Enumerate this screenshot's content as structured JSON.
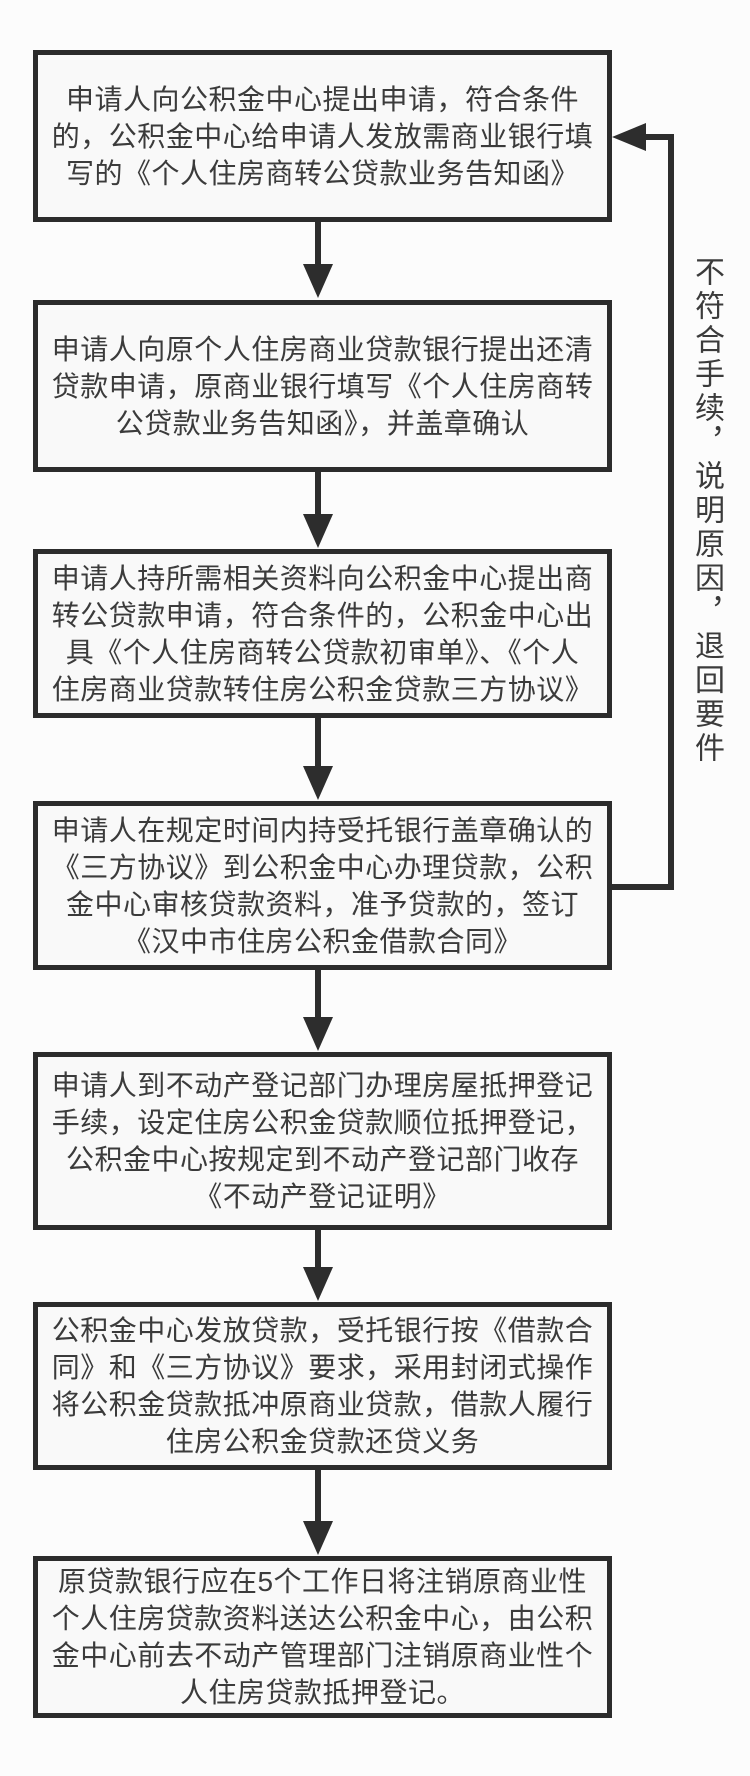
{
  "colors": {
    "line": "#2d2d2d",
    "box_border": "#2c2c2c",
    "box_fill": "#f9f9f9",
    "text": "#3b3b3b",
    "background": "#fcfcfc"
  },
  "steps": [
    {
      "lines": [
        "申请人向公积金中心提出申请，符合条件",
        "的，公积金中心给申请人发放需商业银行填",
        "写的《个人住房商转公贷款业务告知函》"
      ]
    },
    {
      "lines": [
        "申请人向原个人住房商业贷款银行提出还清",
        "贷款申请，原商业银行填写《个人住房商转",
        "公贷款业务告知函》，并盖章确认"
      ]
    },
    {
      "lines": [
        "申请人持所需相关资料向公积金中心提出商",
        "转公贷款申请，符合条件的，公积金中心出",
        "具《个人住房商转公贷款初审单》、《个人",
        "住房商业贷款转住房公积金贷款三方协议》"
      ]
    },
    {
      "lines": [
        "申请人在规定时间内持受托银行盖章确认的",
        "《三方协议》到公积金中心办理贷款，公积",
        "金中心审核贷款资料，准予贷款的，签订",
        "《汉中市住房公积金借款合同》"
      ]
    },
    {
      "lines": [
        "申请人到不动产登记部门办理房屋抵押登记",
        "手续，设定住房公积金贷款顺位抵押登记，",
        "公积金中心按规定到不动产登记部门收存",
        "《不动产登记证明》"
      ]
    },
    {
      "lines": [
        "公积金中心发放贷款，受托银行按《借款合",
        "同》和《三方协议》要求，采用封闭式操作",
        "将公积金贷款抵冲原商业贷款，借款人履行",
        "住房公积金贷款还贷义务"
      ]
    },
    {
      "lines": [
        "原贷款银行应在5个工作日将注销原商业性",
        "个人住房贷款资料送达公积金中心，由公积",
        "金中心前去不动产管理部门注销原商业性个",
        "人住房贷款抵押登记。"
      ]
    }
  ],
  "reject_path_label": "不符合手续，说明原因，退回要件",
  "icons": {
    "down-arrow-icon": "filled triangle pointing down",
    "left-arrow-icon": "filled triangle pointing left"
  }
}
